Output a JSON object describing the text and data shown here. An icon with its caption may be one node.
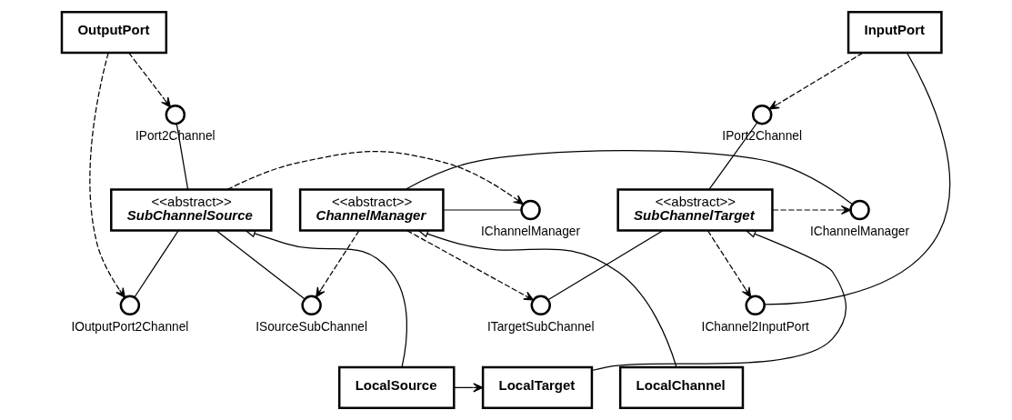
{
  "diagram": {
    "nodes": [
      {
        "text": [
          "OutputPort"
        ]
      },
      {
        "text": [
          "InputPort"
        ]
      },
      {
        "text": [
          "IPort2Channel"
        ]
      },
      {
        "text": [
          "IPort2Channel"
        ]
      },
      {
        "text": [
          "IOutputPort2Channel"
        ]
      },
      {
        "text": [
          "ISourceSubChannel"
        ]
      },
      {
        "text": [
          "ITargetSubChannel"
        ]
      },
      {
        "text": [
          "IChannel2InputPort"
        ]
      },
      {
        "text": [
          "<<abstract>>",
          "SubChannelSource"
        ]
      },
      {
        "text": [
          "<<abstract>>",
          "ChannelManager"
        ]
      },
      {
        "text": [
          "<<abstract>>",
          "SubChannelTarget"
        ]
      },
      {
        "text": [
          "IChannelManager"
        ]
      },
      {
        "text": [
          "IChannelManager"
        ]
      },
      {
        "text": [
          "LocalChannel"
        ]
      },
      {
        "text": [
          "LocalSource"
        ]
      },
      {
        "text": [
          "LocalTarget"
        ]
      }
    ],
    "edges": [
      {
        "from": 0,
        "to": 4,
        "arrow": "to",
        "style": "dashed"
      },
      {
        "from": 0,
        "to": 2,
        "arrow": "to",
        "style": "dashed"
      },
      {
        "from": 1,
        "to": 3,
        "arrow": "to",
        "style": "dashed"
      },
      {
        "from": 1,
        "to": 7,
        "arrow": "none"
      },
      {
        "from": 4,
        "to": 8,
        "arrow": "none"
      },
      {
        "from": 2,
        "to": 8,
        "arrow": "none"
      },
      {
        "from": 5,
        "to": 8,
        "arrow": "none"
      },
      {
        "from": 9,
        "to": 5,
        "arrow": "to",
        "style": "dashed"
      },
      {
        "from": 9,
        "to": 6,
        "arrow": "to",
        "style": "dashed"
      },
      {
        "from": 6,
        "to": 10,
        "arrow": "none"
      },
      {
        "from": 3,
        "to": 10,
        "arrow": "none"
      },
      {
        "from": 10,
        "to": 7,
        "arrow": "to",
        "style": "dashed"
      },
      {
        "from": 8,
        "to": 11,
        "arrow": "to",
        "style": "dashed"
      },
      {
        "from": 9,
        "to": 11,
        "arrow": "none"
      },
      {
        "from": 10,
        "to": 12,
        "arrow": "to",
        "style": "dashed"
      },
      {
        "from": 9,
        "to": 12,
        "arrow": "none"
      },
      {
        "from": 13,
        "to": 9,
        "arrow": "to"
      },
      {
        "from": 14,
        "to": 8,
        "arrow": "to"
      },
      {
        "from": 15,
        "to": 10,
        "arrow": "to"
      },
      {
        "from": 14,
        "to": 15,
        "arrow": "to"
      }
    ]
  }
}
